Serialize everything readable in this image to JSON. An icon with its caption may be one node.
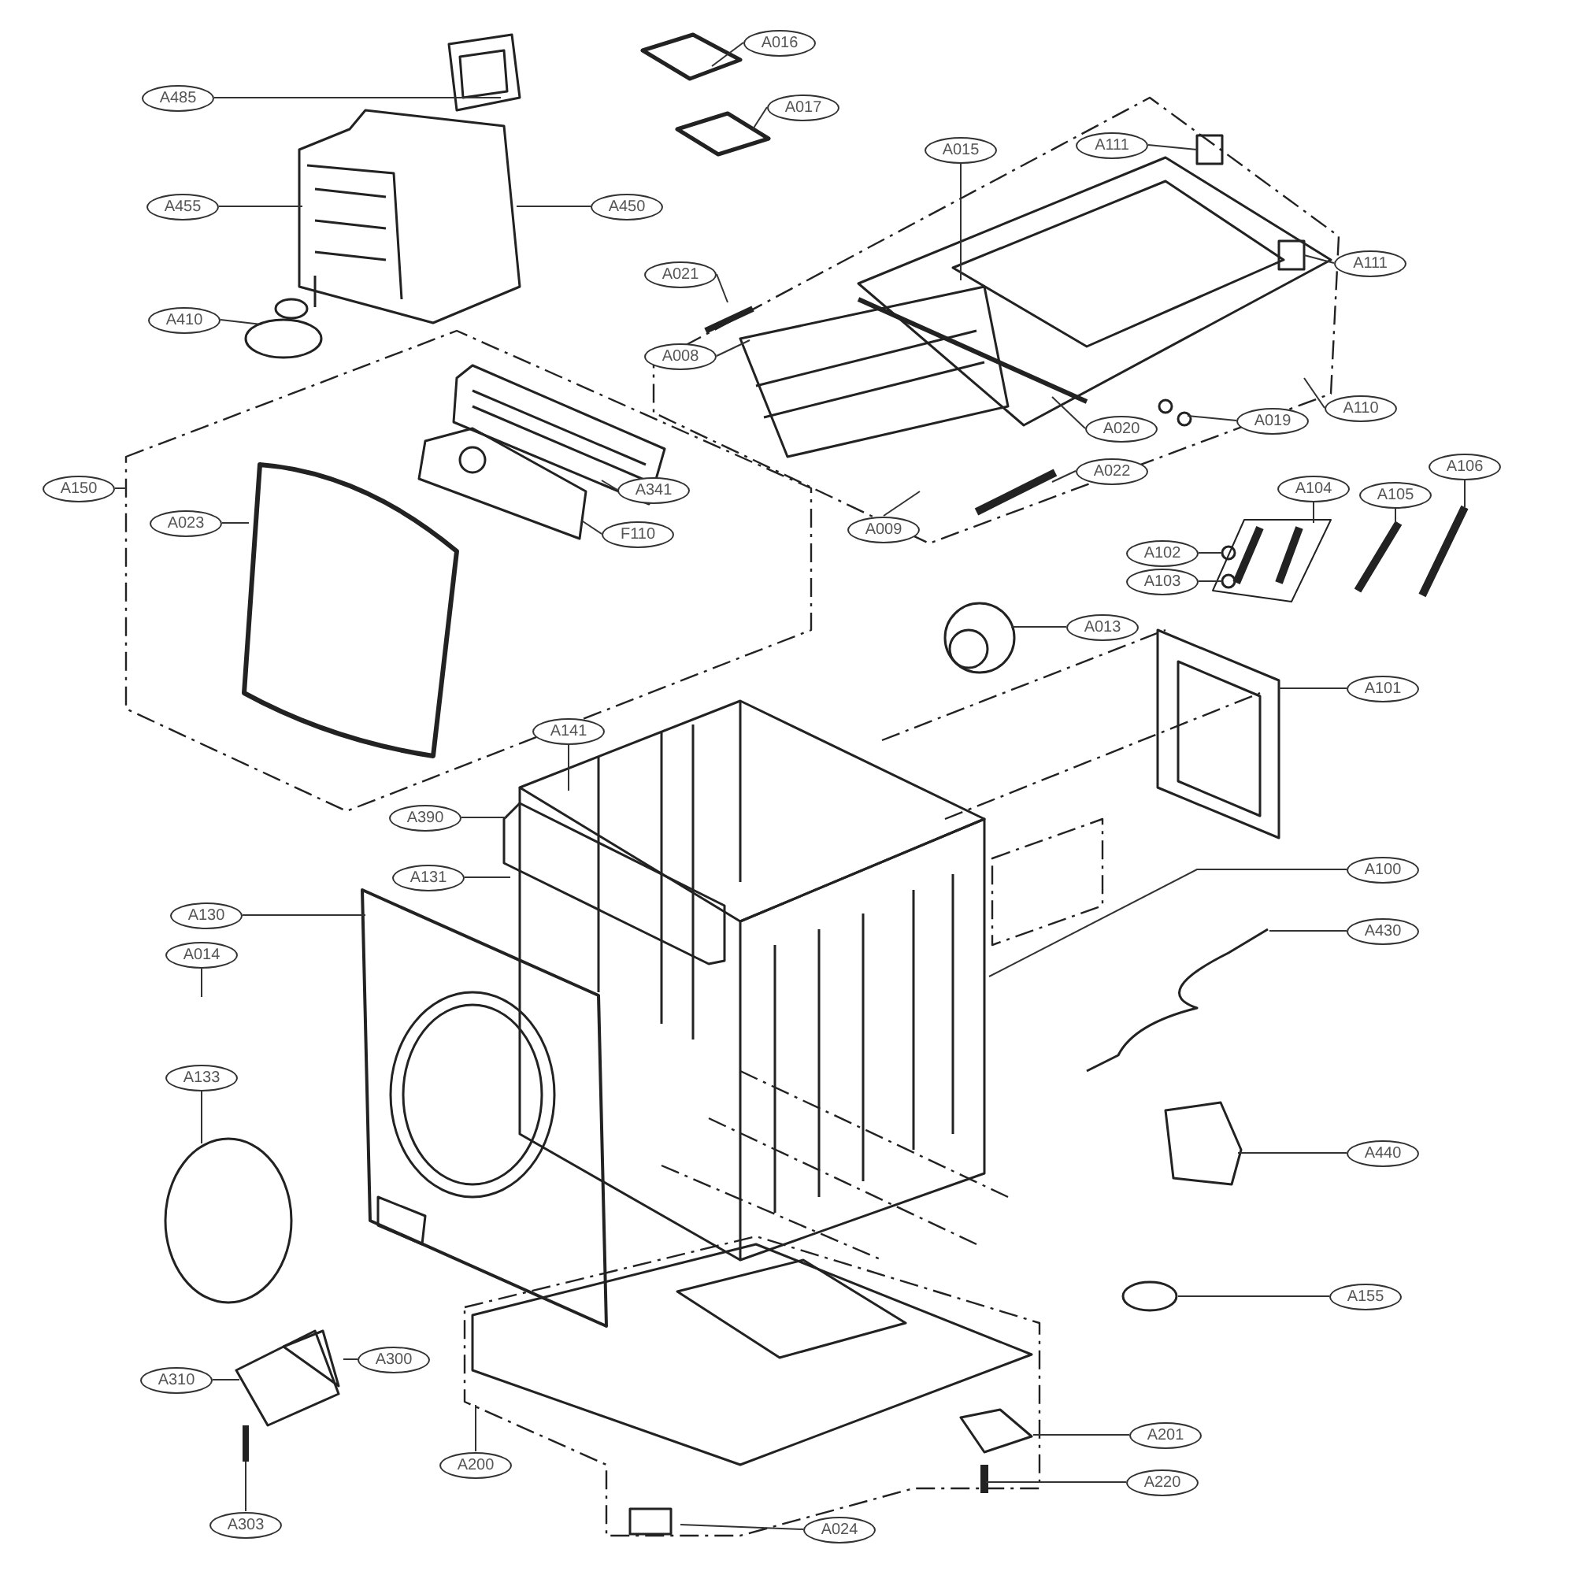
{
  "diagram": {
    "nodes": [
      {
        "text": [
          "A016"
        ]
      },
      {
        "text": [
          "A017"
        ]
      },
      {
        "text": [
          "A485"
        ]
      },
      {
        "text": [
          "A015"
        ]
      },
      {
        "text": [
          "A111"
        ]
      },
      {
        "text": [
          "A455"
        ]
      },
      {
        "text": [
          "A450"
        ]
      },
      {
        "text": [
          "A111"
        ]
      },
      {
        "text": [
          "A021"
        ]
      },
      {
        "text": [
          "A410"
        ]
      },
      {
        "text": [
          "A008"
        ]
      },
      {
        "text": [
          "A019"
        ]
      },
      {
        "text": [
          "A020"
        ]
      },
      {
        "text": [
          "A110"
        ]
      },
      {
        "text": [
          "A022"
        ]
      },
      {
        "text": [
          "A150"
        ]
      },
      {
        "text": [
          "A104"
        ]
      },
      {
        "text": [
          "A105"
        ]
      },
      {
        "text": [
          "A106"
        ]
      },
      {
        "text": [
          "A341"
        ]
      },
      {
        "text": [
          "A023"
        ]
      },
      {
        "text": [
          "A009"
        ]
      },
      {
        "text": [
          "F110"
        ]
      },
      {
        "text": [
          "A102"
        ]
      },
      {
        "text": [
          "A103"
        ]
      },
      {
        "text": [
          "A013"
        ]
      },
      {
        "text": [
          "A101"
        ]
      },
      {
        "text": [
          "A141"
        ]
      },
      {
        "text": [
          "A390"
        ]
      },
      {
        "text": [
          "A131"
        ]
      },
      {
        "text": [
          "A100"
        ]
      },
      {
        "text": [
          "A130"
        ]
      },
      {
        "text": [
          "A430"
        ]
      },
      {
        "text": [
          "A014"
        ]
      },
      {
        "text": [
          "A133"
        ]
      },
      {
        "text": [
          "A440"
        ]
      },
      {
        "text": [
          "A155"
        ]
      },
      {
        "text": [
          "A300"
        ]
      },
      {
        "text": [
          "A310"
        ]
      },
      {
        "text": [
          "A201"
        ]
      },
      {
        "text": [
          "A200"
        ]
      },
      {
        "text": [
          "A220"
        ]
      },
      {
        "text": [
          "A303"
        ]
      },
      {
        "text": [
          "A024"
        ]
      }
    ],
    "edges": [
      {
        "from": 0,
        "to": null,
        "arrow": "none"
      },
      {
        "from": 1,
        "to": null,
        "arrow": "none"
      },
      {
        "from": 2,
        "to": null,
        "arrow": "none"
      },
      {
        "from": 3,
        "to": null,
        "arrow": "none"
      },
      {
        "from": 4,
        "to": null,
        "arrow": "none"
      },
      {
        "from": 5,
        "to": null,
        "arrow": "none"
      },
      {
        "from": 6,
        "to": null,
        "arrow": "none"
      },
      {
        "from": 7,
        "to": null,
        "arrow": "none"
      },
      {
        "from": 8,
        "to": null,
        "arrow": "none"
      },
      {
        "from": 9,
        "to": null,
        "arrow": "none"
      },
      {
        "from": 10,
        "to": null,
        "arrow": "none"
      },
      {
        "from": 11,
        "to": null,
        "arrow": "none"
      },
      {
        "from": 12,
        "to": null,
        "arrow": "none"
      },
      {
        "from": 13,
        "to": null,
        "arrow": "none"
      },
      {
        "from": 14,
        "to": null,
        "arrow": "none"
      },
      {
        "from": 15,
        "to": null,
        "arrow": "none"
      },
      {
        "from": 16,
        "to": null,
        "arrow": "none"
      },
      {
        "from": 17,
        "to": null,
        "arrow": "none"
      },
      {
        "from": 18,
        "to": null,
        "arrow": "none"
      },
      {
        "from": 19,
        "to": null,
        "arrow": "none"
      },
      {
        "from": 20,
        "to": null,
        "arrow": "none"
      },
      {
        "from": 21,
        "to": null,
        "arrow": "none"
      },
      {
        "from": 22,
        "to": null,
        "arrow": "none"
      },
      {
        "from": 23,
        "to": null,
        "arrow": "none"
      },
      {
        "from": 24,
        "to": null,
        "arrow": "none"
      },
      {
        "from": 25,
        "to": null,
        "arrow": "none"
      },
      {
        "from": 26,
        "to": null,
        "arrow": "none"
      },
      {
        "from": 27,
        "to": null,
        "arrow": "none"
      },
      {
        "from": 28,
        "to": null,
        "arrow": "none"
      },
      {
        "from": 29,
        "to": null,
        "arrow": "none"
      },
      {
        "from": 30,
        "to": null,
        "arrow": "none"
      },
      {
        "from": 31,
        "to": null,
        "arrow": "none"
      },
      {
        "from": 32,
        "to": null,
        "arrow": "none"
      },
      {
        "from": 33,
        "to": null,
        "arrow": "none"
      },
      {
        "from": 34,
        "to": null,
        "arrow": "none"
      },
      {
        "from": 35,
        "to": null,
        "arrow": "none"
      },
      {
        "from": 36,
        "to": null,
        "arrow": "none"
      },
      {
        "from": 37,
        "to": null,
        "arrow": "none"
      },
      {
        "from": 38,
        "to": null,
        "arrow": "none"
      },
      {
        "from": 39,
        "to": null,
        "arrow": "none"
      },
      {
        "from": 40,
        "to": null,
        "arrow": "none"
      },
      {
        "from": 41,
        "to": null,
        "arrow": "none"
      },
      {
        "from": 42,
        "to": null,
        "arrow": "none"
      },
      {
        "from": 43,
        "to": null,
        "arrow": "none"
      }
    ]
  }
}
